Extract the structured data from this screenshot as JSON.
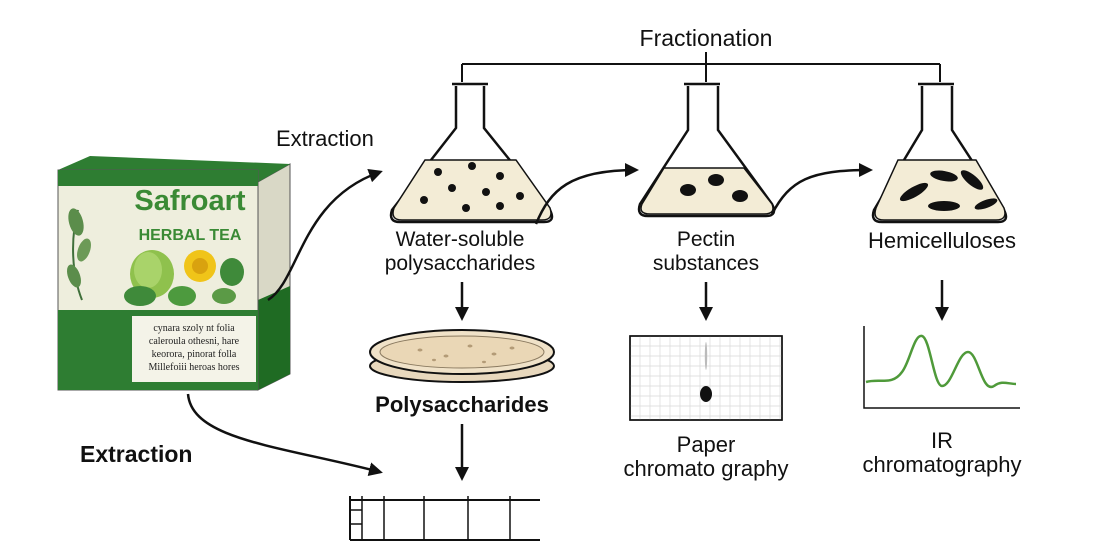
{
  "title": "Fractionation",
  "box": {
    "brand": "Safroart",
    "subtitle": "HERBAL TEA",
    "ingredients": [
      "cynara szoly nt folia",
      "caleroula othesni, hare",
      "keorora, pinorat folla",
      "Millefoiii heroas hores"
    ]
  },
  "labels": {
    "extraction_top": "Extraction",
    "extraction_bottom": "Extraction",
    "water_soluble_1": "Water-soluble",
    "water_soluble_2": "polysaccharides",
    "pectin_1": "Pectin",
    "pectin_2": "substances",
    "hemicelluloses": "Hemicelluloses",
    "polysaccharides": "Polysaccharides",
    "paper_1": "Paper",
    "paper_2": "chromato graphy",
    "ir_1": "IR",
    "ir_2": "chromatography"
  },
  "colors": {
    "box_green": "#2e7d32",
    "box_cream": "#eeeedd",
    "brand_green": "#3a8a35",
    "liquid": "#f3ecd6",
    "ir_line": "#4f9a3a"
  },
  "icons": [
    "tea-box-icon",
    "flask-icon",
    "petri-dish-icon",
    "paper-chromatogram-icon",
    "ir-spectrum-icon",
    "chart-icon"
  ]
}
